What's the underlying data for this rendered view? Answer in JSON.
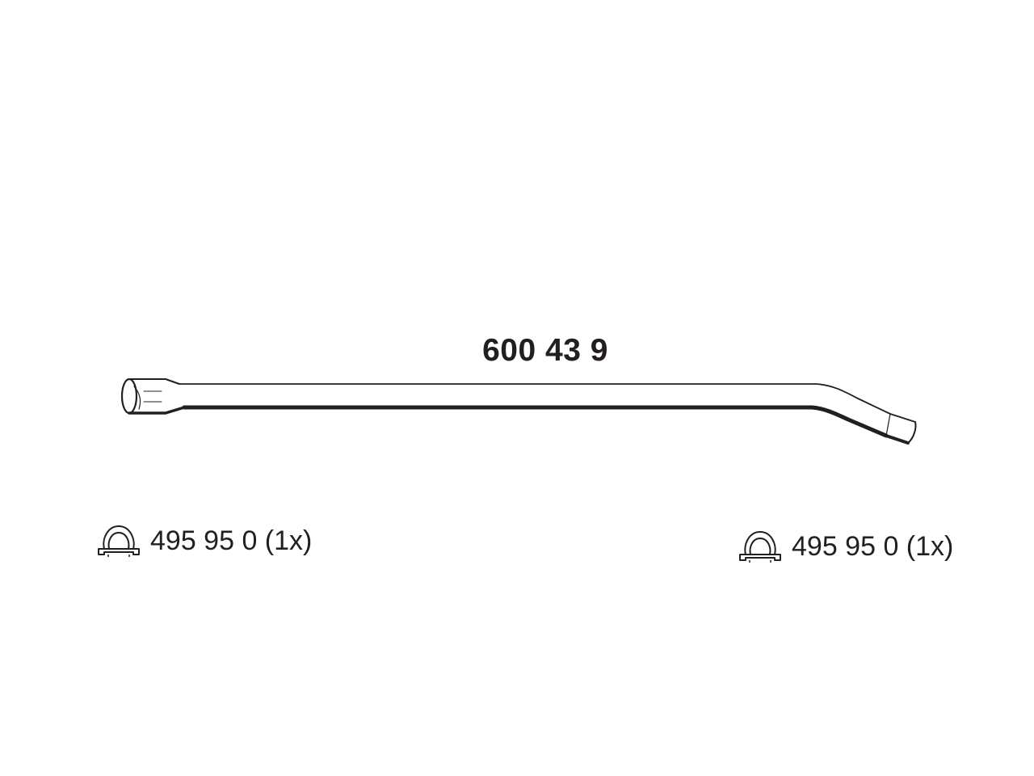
{
  "part": {
    "number": "600 43 9",
    "icon": "exhaust-pipe-icon"
  },
  "clamps": [
    {
      "label": "495 95 0 (1x)",
      "icon": "pipe-clamp-icon"
    },
    {
      "label": "495 95 0 (1x)",
      "icon": "pipe-clamp-icon"
    }
  ],
  "colors": {
    "line": "#231f20",
    "background": "#ffffff"
  }
}
